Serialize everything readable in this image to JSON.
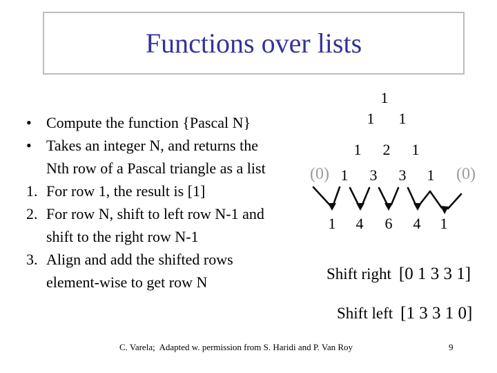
{
  "slide": {
    "title": "Functions over lists",
    "footer": "C. Varela;  Adapted w. permission from S. Haridi and P. Van Roy",
    "page_number": "9"
  },
  "bullets": [
    {
      "marker": "•",
      "line": "Compute the function {Pascal N}"
    },
    {
      "marker": "•",
      "line": "Takes an integer N, and returns the"
    },
    {
      "marker": "",
      "line": "Nth row of a Pascal triangle as a list"
    },
    {
      "marker": "1.",
      "line": "For row 1, the result is [1]"
    },
    {
      "marker": "2.",
      "line": "For row N, shift to left row N-1 and"
    },
    {
      "marker": "",
      "line": "shift to the right row N-1"
    },
    {
      "marker": "3.",
      "line": "Align and add the shifted rows"
    },
    {
      "marker": "",
      "line": "element-wise to get row N"
    }
  ],
  "diagram": {
    "triangle_rows": [
      [
        "1"
      ],
      [
        "1",
        "1"
      ],
      [
        "1",
        "2",
        "1"
      ],
      [
        "(0)",
        "1",
        "3",
        "3",
        "1",
        "(0)"
      ],
      [
        "1",
        "4",
        "6",
        "4",
        "1"
      ]
    ],
    "shift_right_label": "Shift right",
    "shift_right_value": "[0 1 3 3 1]",
    "shift_left_label": "Shift left",
    "shift_left_value": "[1 3 3 1 0]"
  },
  "colors": {
    "title_blue": "#333399",
    "ghost_gray": "#9b9b9b",
    "arrow_black": "#0d0d0d",
    "box_border": "#bdbdbd"
  }
}
